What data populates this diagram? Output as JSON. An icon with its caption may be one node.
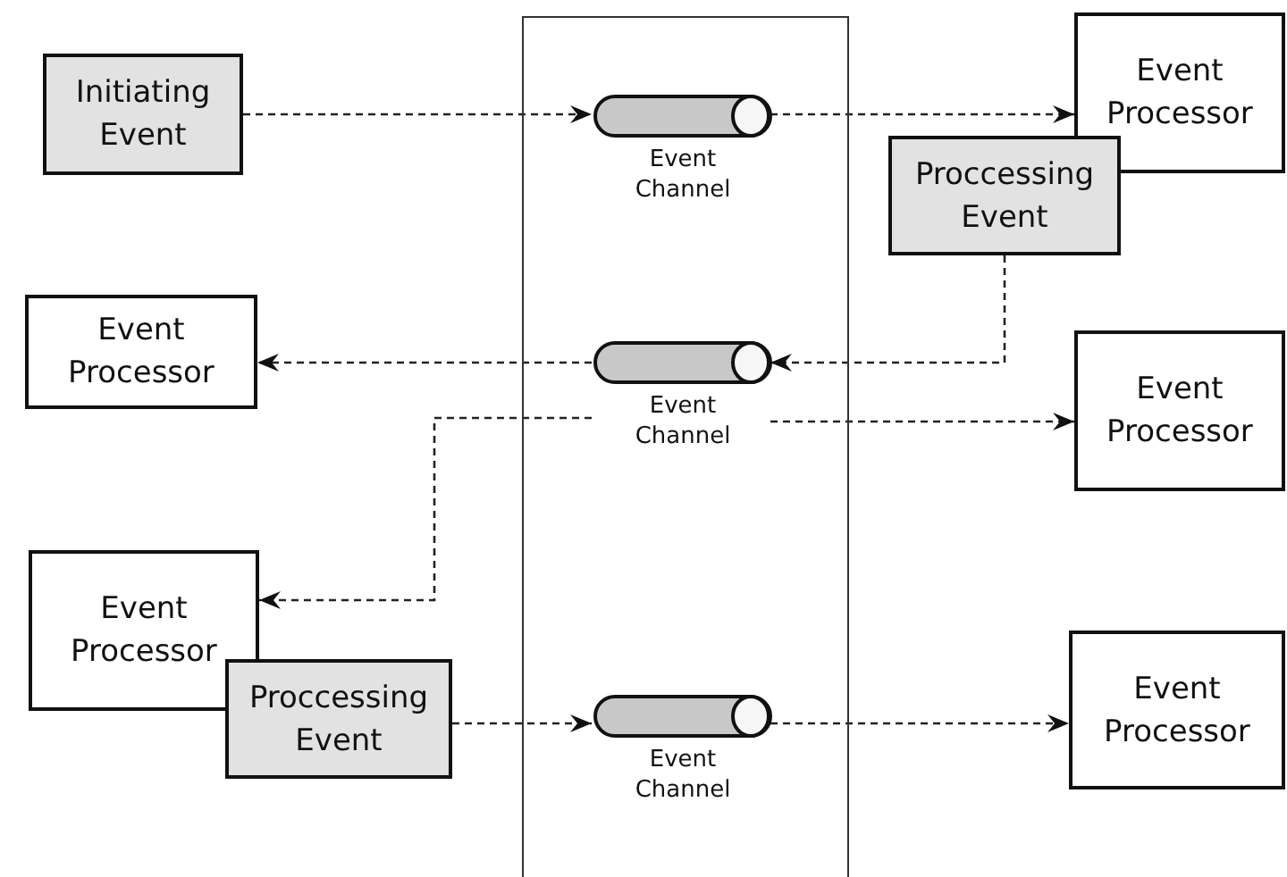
{
  "diagram": {
    "nodes": [
      {
        "text": [],
        "shape": "box"
      },
      {
        "text": [
          "Initiating Event"
        ]
      },
      {
        "text": [],
        "shape": "cylinder",
        "beside": [
          "Event Channel"
        ],
        "in": 0
      },
      {
        "text": [
          "Event Processor"
        ]
      },
      {
        "text": [
          "Proccessing Event"
        ]
      },
      {
        "text": [],
        "shape": "cylinder",
        "beside": [
          "Event Channel"
        ],
        "in": 0
      },
      {
        "text": [
          "Event Processor"
        ]
      },
      {
        "text": [
          "Event Processor"
        ]
      },
      {
        "text": [
          "Event Processor"
        ]
      },
      {
        "text": [
          "Proccessing Event"
        ]
      },
      {
        "text": [],
        "shape": "cylinder",
        "beside": [
          "Event Channel"
        ],
        "in": 0
      },
      {
        "text": [
          "Event Processor"
        ]
      }
    ],
    "edges": [
      {
        "from": 1,
        "to": 2,
        "arrow": "to",
        "style": "dashed"
      },
      {
        "from": 2,
        "to": 3,
        "arrow": "to",
        "style": "dashed"
      },
      {
        "from": 4,
        "to": 5,
        "arrow": "to",
        "style": "dashed"
      },
      {
        "from": 5,
        "to": 6,
        "arrow": "to",
        "style": "dashed"
      },
      {
        "from": 5,
        "to": 7,
        "arrow": "to",
        "style": "dashed"
      },
      {
        "from": 5,
        "to": 8,
        "arrow": "to",
        "style": "dashed"
      },
      {
        "from": 9,
        "to": 10,
        "arrow": "to",
        "style": "dashed"
      },
      {
        "from": 10,
        "to": 11,
        "arrow": "to",
        "style": "dashed"
      }
    ]
  }
}
